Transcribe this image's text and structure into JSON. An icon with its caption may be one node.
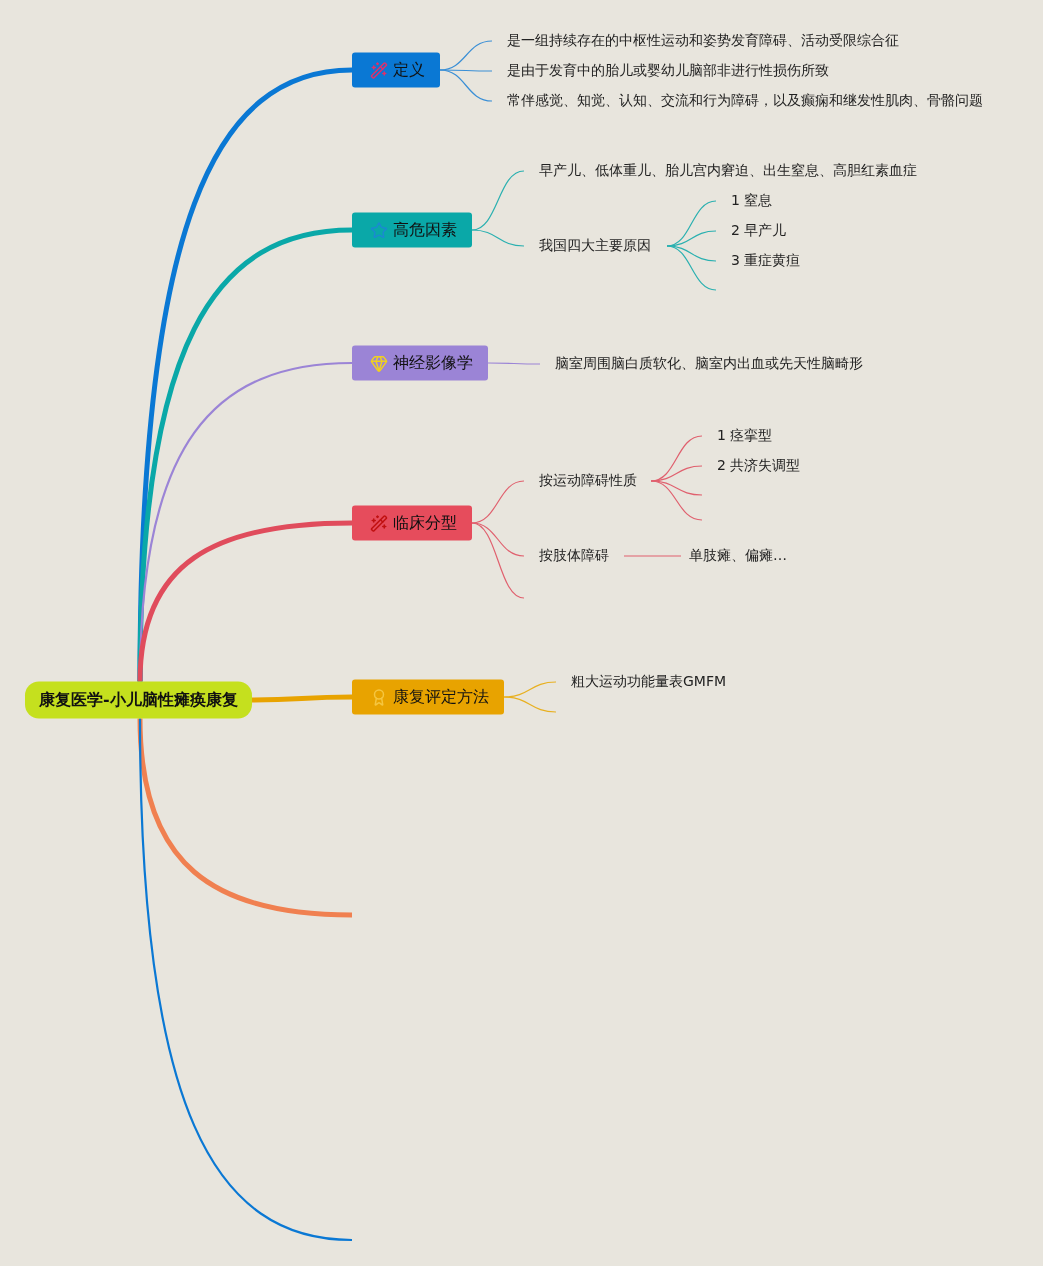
{
  "diagram": {
    "nodes": [
      {
        "text": [
          "康复医学-小儿脑性瘫痪康复"
        ]
      },
      {
        "text": [
          "定义"
        ]
      },
      {
        "text": [
          "是一组持续存在的中枢性运动和姿势发育障碍、活动受限综合征"
        ]
      },
      {
        "text": [
          "是由于发育中的胎儿或婴幼儿脑部非进行性损伤所致"
        ]
      },
      {
        "text": [
          "常伴感觉、知觉、认知、交流和行为障碍，以及癫痫和继发性肌肉、骨骼问题"
        ]
      },
      {
        "text": [
          "高危因素"
        ]
      },
      {
        "text": [
          "早产儿、低体重儿、胎儿宫内窘迫、出生窒息、高胆红素血症"
        ]
      },
      {
        "text": [
          "我国四大主要原因"
        ]
      },
      {
        "text": [
          "1 窒息"
        ]
      },
      {
        "text": [
          "2 早产儿"
        ]
      },
      {
        "text": [
          "3 重症黄疸"
        ]
      },
      {
        "text": [
          "神经影像学"
        ]
      },
      {
        "text": [
          "脑室周围脑白质软化、脑室内出血或先天性脑畸形"
        ]
      },
      {
        "text": [
          "临床分型"
        ]
      },
      {
        "text": [
          "按运动障碍性质"
        ]
      },
      {
        "text": [
          "1 痉挛型"
        ]
      },
      {
        "text": [
          "2 共济失调型"
        ]
      },
      {
        "text": [
          "按肢体障碍"
        ]
      },
      {
        "text": [
          "单肢瘫、偏瘫…"
        ]
      },
      {
        "text": [
          "康复评定方法"
        ]
      },
      {
        "text": [
          "粗大运动功能量表GMFM"
        ]
      }
    ],
    "edges": [
      {
        "from": 0,
        "to": 1,
        "arrow": "none",
        "style": "thick",
        "color": "#0a78d4"
      },
      {
        "from": 1,
        "to": 2,
        "arrow": "none",
        "color": "#3a8fd6"
      },
      {
        "from": 1,
        "to": 3,
        "arrow": "none",
        "color": "#3a8fd6"
      },
      {
        "from": 1,
        "to": 4,
        "arrow": "none",
        "color": "#3a8fd6"
      },
      {
        "from": 0,
        "to": 5,
        "arrow": "none",
        "style": "thick",
        "color": "#0aa8a8"
      },
      {
        "from": 5,
        "to": 6,
        "arrow": "none",
        "color": "#2ab0b0"
      },
      {
        "from": 5,
        "to": 7,
        "arrow": "none",
        "color": "#2ab0b0"
      },
      {
        "from": 7,
        "to": 8,
        "arrow": "none",
        "color": "#2ab0b0"
      },
      {
        "from": 7,
        "to": 9,
        "arrow": "none",
        "color": "#2ab0b0"
      },
      {
        "from": 7,
        "to": 10,
        "arrow": "none",
        "color": "#2ab0b0"
      },
      {
        "from": 7,
        "to": null,
        "arrow": "none",
        "color": "#2ab0b0"
      },
      {
        "from": 0,
        "to": 11,
        "arrow": "none",
        "color": "#9b84d6"
      },
      {
        "from": 11,
        "to": 12,
        "arrow": "none",
        "color": "#9b84d6"
      },
      {
        "from": 0,
        "to": 13,
        "arrow": "none",
        "style": "thick",
        "color": "#e04c5c"
      },
      {
        "from": 13,
        "to": 14,
        "arrow": "none",
        "color": "#e0606e"
      },
      {
        "from": 13,
        "to": 17,
        "arrow": "none",
        "color": "#e0606e"
      },
      {
        "from": 13,
        "to": null,
        "arrow": "none",
        "color": "#e0606e"
      },
      {
        "from": 14,
        "to": 15,
        "arrow": "none",
        "color": "#e0606e"
      },
      {
        "from": 14,
        "to": 16,
        "arrow": "none",
        "color": "#e0606e"
      },
      {
        "from": 14,
        "to": null,
        "arrow": "none",
        "color": "#e0606e"
      },
      {
        "from": 14,
        "to": null,
        "arrow": "none",
        "color": "#e0606e"
      },
      {
        "from": 17,
        "to": 18,
        "arrow": "none",
        "color": "#e0606e"
      },
      {
        "from": 0,
        "to": 19,
        "arrow": "none",
        "style": "thick",
        "color": "#e8a300"
      },
      {
        "from": 19,
        "to": 20,
        "arrow": "none",
        "color": "#e8b020"
      },
      {
        "from": 19,
        "to": null,
        "arrow": "none",
        "color": "#e8b020"
      },
      {
        "from": 0,
        "to": null,
        "arrow": "none",
        "style": "thick",
        "color": "#f08050"
      },
      {
        "from": 0,
        "to": null,
        "arrow": "none",
        "color": "#0a78d4"
      }
    ]
  }
}
